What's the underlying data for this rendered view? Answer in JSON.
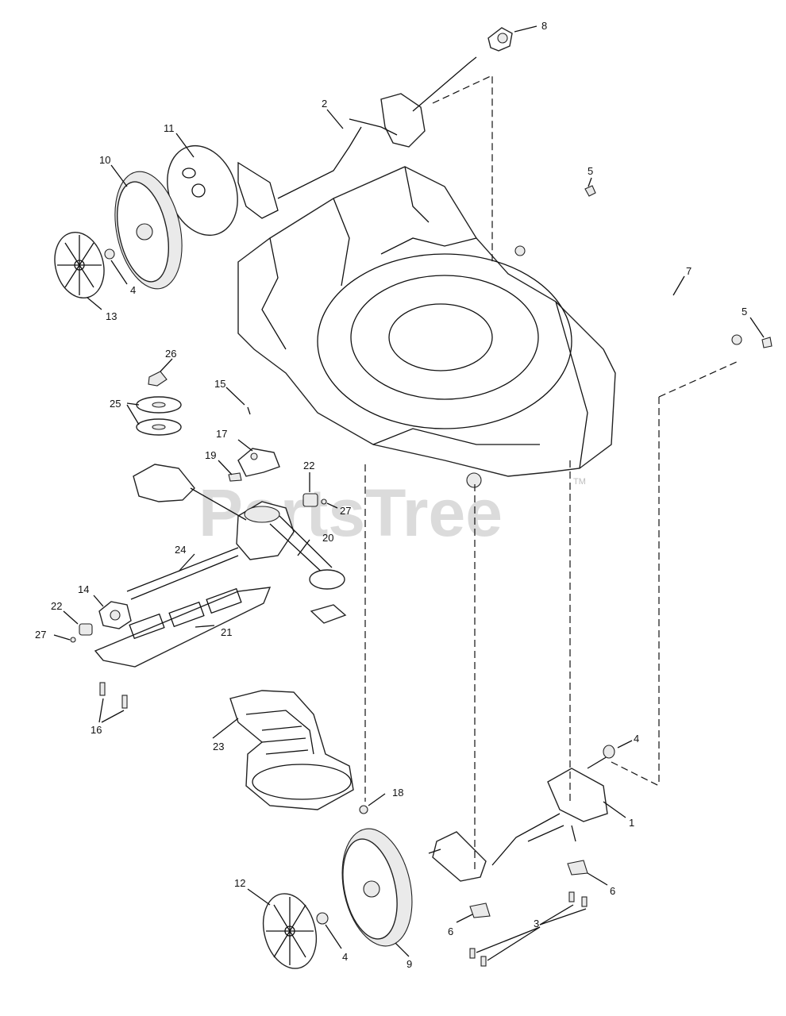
{
  "watermark": {
    "text": "PartsTree",
    "tm": "TM"
  },
  "callouts": [
    {
      "id": "c8",
      "text": "8"
    },
    {
      "id": "c2",
      "text": "2"
    },
    {
      "id": "c11",
      "text": "11"
    },
    {
      "id": "c10",
      "text": "10"
    },
    {
      "id": "c4a",
      "text": "4"
    },
    {
      "id": "c13",
      "text": "13"
    },
    {
      "id": "c5a",
      "text": "5"
    },
    {
      "id": "c7",
      "text": "7"
    },
    {
      "id": "c5b",
      "text": "5"
    },
    {
      "id": "c26",
      "text": "26"
    },
    {
      "id": "c15",
      "text": "15"
    },
    {
      "id": "c25",
      "text": "25"
    },
    {
      "id": "c17",
      "text": "17"
    },
    {
      "id": "c19",
      "text": "19"
    },
    {
      "id": "c22a",
      "text": "22"
    },
    {
      "id": "c27a",
      "text": "27"
    },
    {
      "id": "c20",
      "text": "20"
    },
    {
      "id": "c24",
      "text": "24"
    },
    {
      "id": "c14",
      "text": "14"
    },
    {
      "id": "c22b",
      "text": "22"
    },
    {
      "id": "c27b",
      "text": "27"
    },
    {
      "id": "c21",
      "text": "21"
    },
    {
      "id": "c16",
      "text": "16"
    },
    {
      "id": "c23",
      "text": "23"
    },
    {
      "id": "c4b",
      "text": "4"
    },
    {
      "id": "c18",
      "text": "18"
    },
    {
      "id": "c1",
      "text": "1"
    },
    {
      "id": "c12",
      "text": "12"
    },
    {
      "id": "c6a",
      "text": "6"
    },
    {
      "id": "c6b",
      "text": "6"
    },
    {
      "id": "c3",
      "text": "3"
    },
    {
      "id": "c4c",
      "text": "4"
    },
    {
      "id": "c9",
      "text": "9"
    }
  ]
}
